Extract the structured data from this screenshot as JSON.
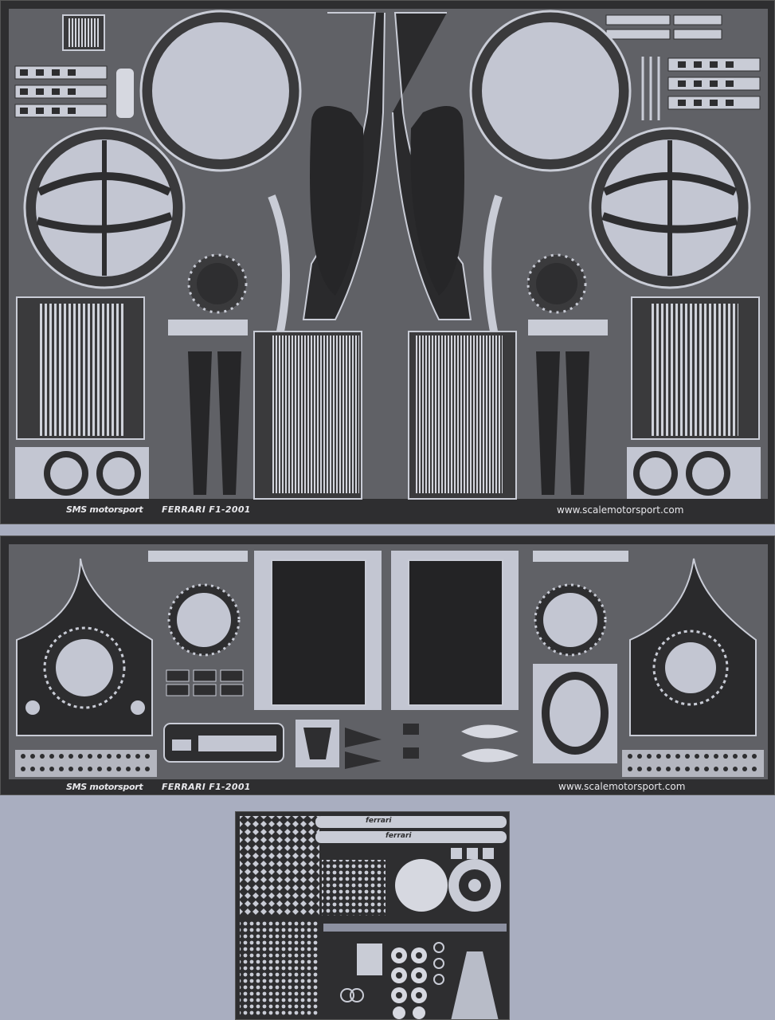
{
  "sheets": [
    {
      "id": "sheet-1",
      "brand": "SMS motorsport",
      "model": "FERRARI F1-2001",
      "url": "www.scalemotorsport.com"
    },
    {
      "id": "sheet-2",
      "brand": "SMS motorsport",
      "model": "FERRARI F1-2001",
      "url": "www.scalemotorsport.com"
    },
    {
      "id": "sheet-3",
      "etched_labels": [
        "ferrari",
        "ferrari"
      ]
    }
  ],
  "colors": {
    "background": "#a9aec0",
    "metal_dark": "#2e2e30",
    "metal_light": "#c9ccd6",
    "cutout": "#a9aec0"
  }
}
